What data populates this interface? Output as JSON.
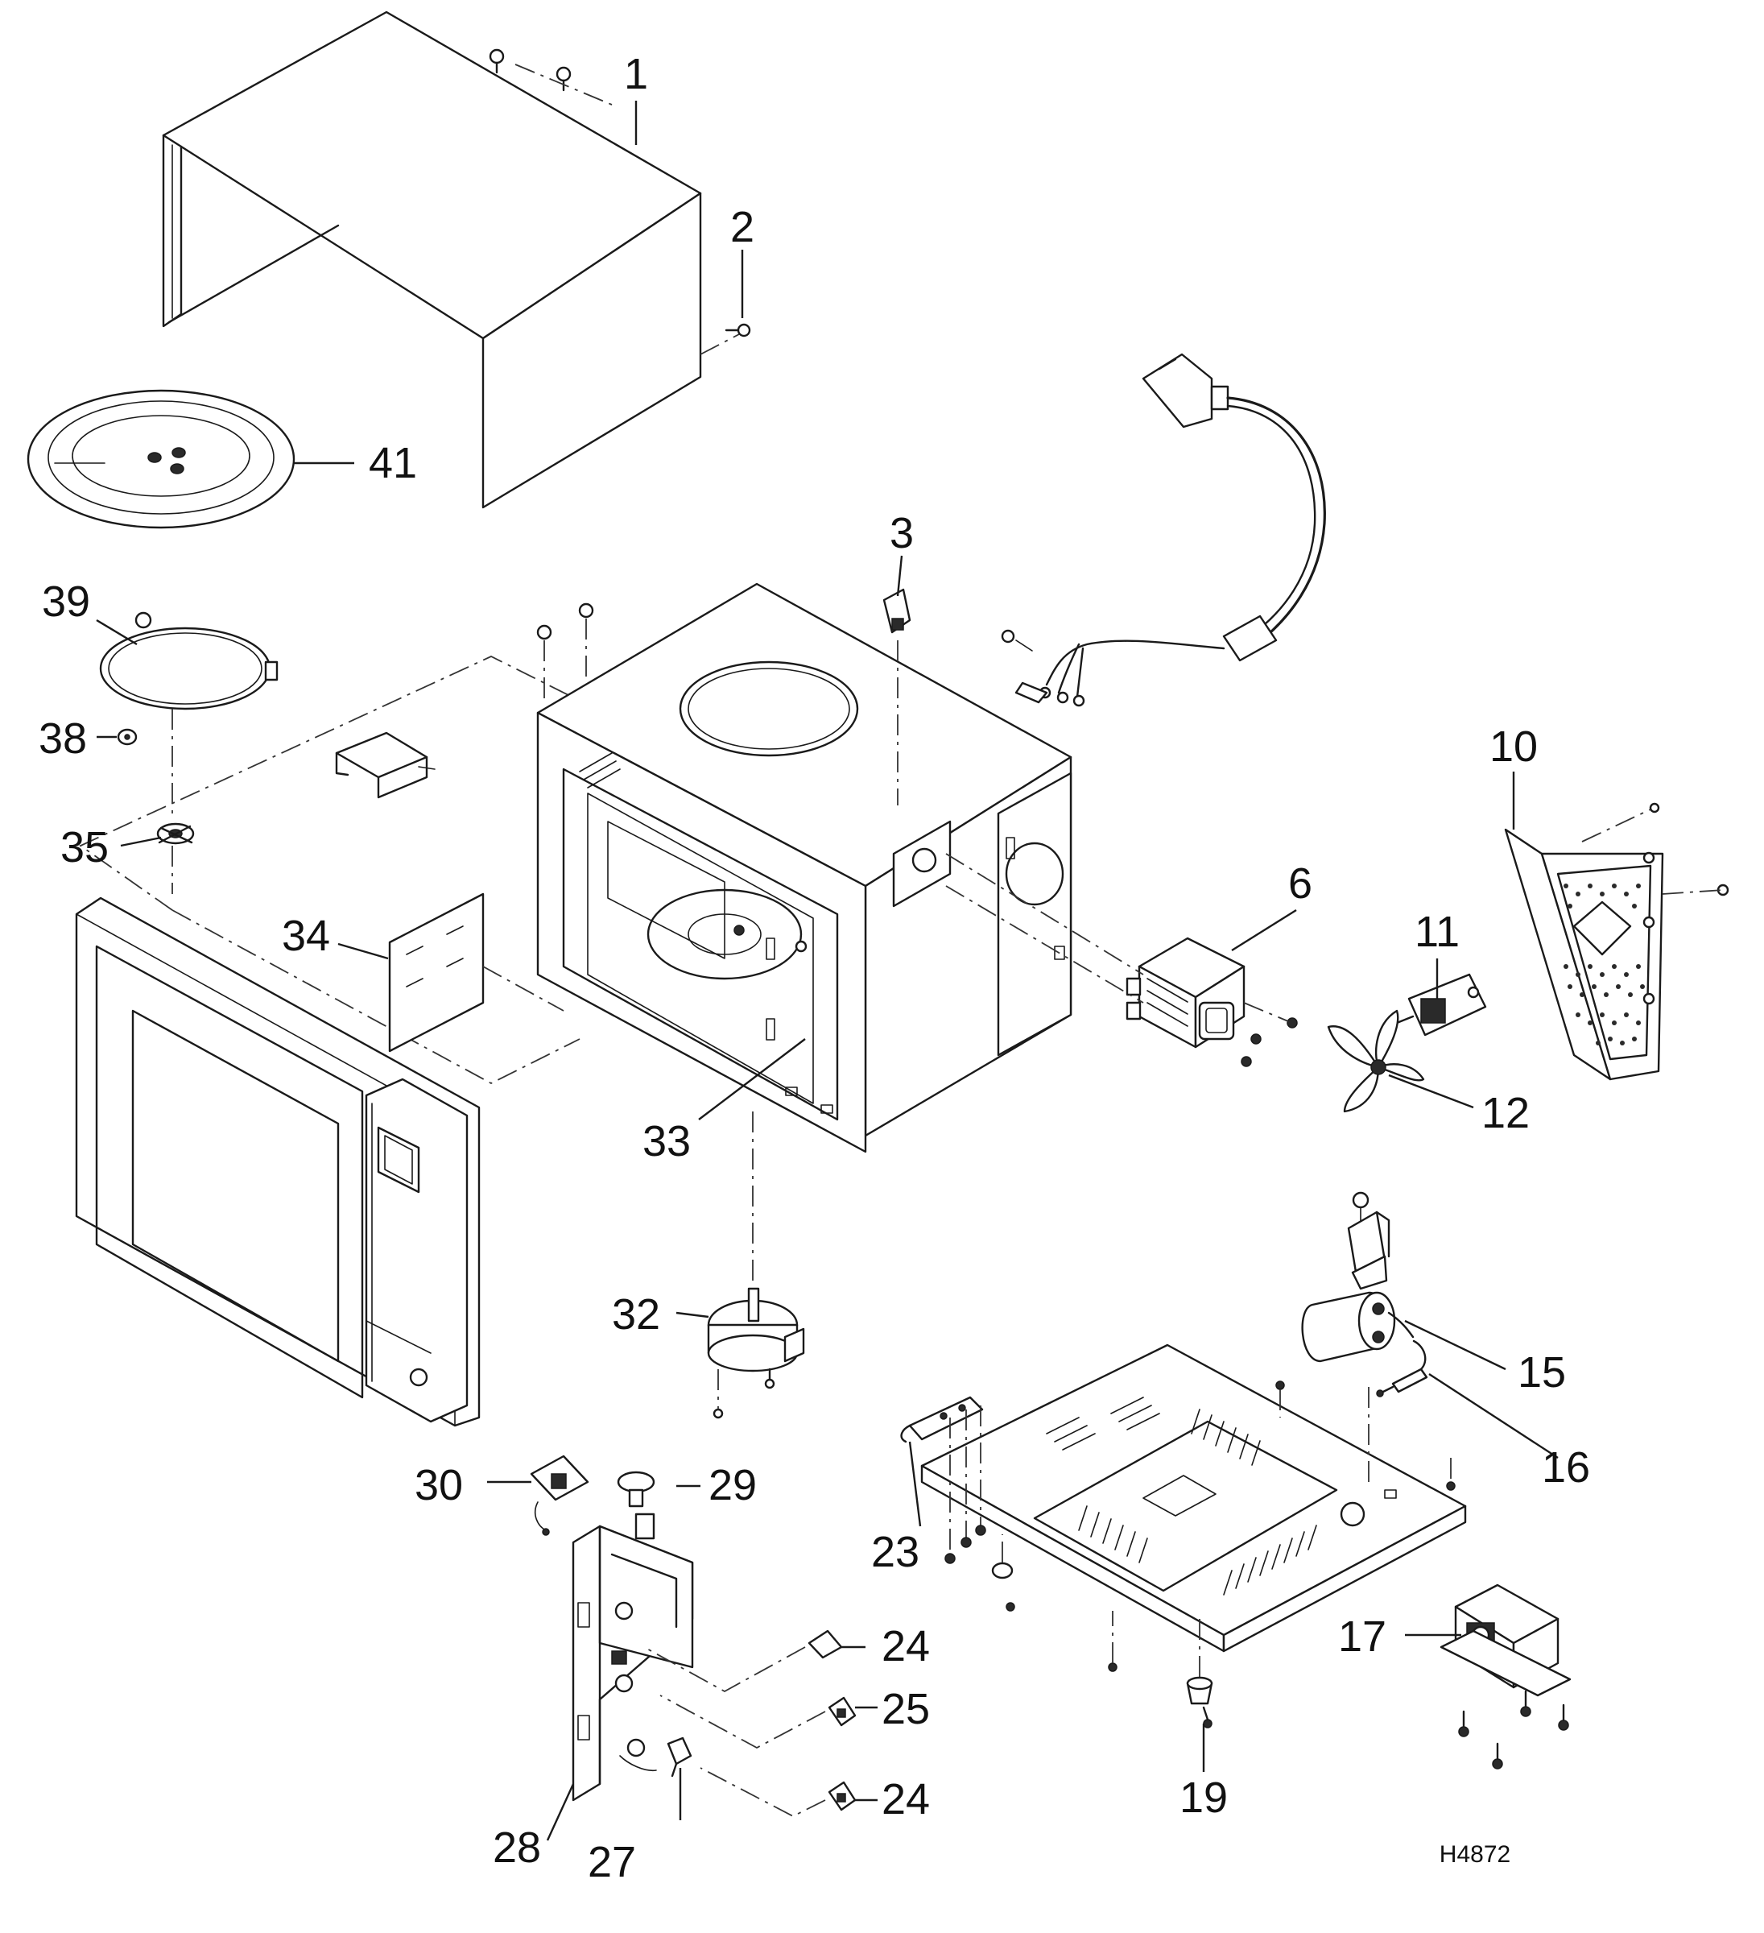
{
  "callouts": [
    {
      "id": "1",
      "label": "1"
    },
    {
      "id": "2",
      "label": "2"
    },
    {
      "id": "3",
      "label": "3"
    },
    {
      "id": "6",
      "label": "6"
    },
    {
      "id": "10",
      "label": "10"
    },
    {
      "id": "11",
      "label": "11"
    },
    {
      "id": "12",
      "label": "12"
    },
    {
      "id": "15",
      "label": "15"
    },
    {
      "id": "16",
      "label": "16"
    },
    {
      "id": "17",
      "label": "17"
    },
    {
      "id": "19",
      "label": "19"
    },
    {
      "id": "23",
      "label": "23"
    },
    {
      "id": "24a",
      "label": "24"
    },
    {
      "id": "24b",
      "label": "24"
    },
    {
      "id": "25",
      "label": "25"
    },
    {
      "id": "27",
      "label": "27"
    },
    {
      "id": "28",
      "label": "28"
    },
    {
      "id": "29",
      "label": "29"
    },
    {
      "id": "30",
      "label": "30"
    },
    {
      "id": "32",
      "label": "32"
    },
    {
      "id": "33",
      "label": "33"
    },
    {
      "id": "34",
      "label": "34"
    },
    {
      "id": "35",
      "label": "35"
    },
    {
      "id": "38",
      "label": "38"
    },
    {
      "id": "39",
      "label": "39"
    },
    {
      "id": "41",
      "label": "41"
    }
  ],
  "drawing_code": "H4872"
}
